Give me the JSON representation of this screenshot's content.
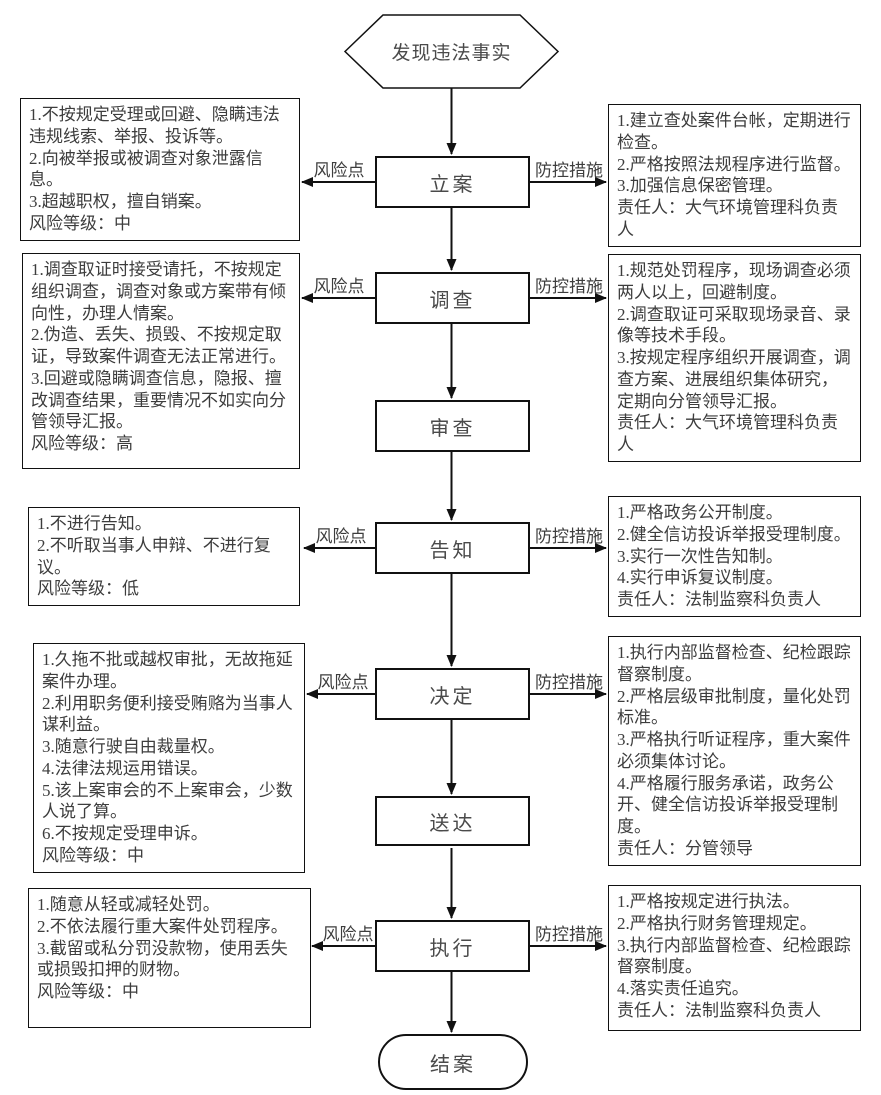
{
  "colors": {
    "line": "#111111",
    "border": "#111111",
    "text": "#3d3d3d",
    "background": "#ffffff"
  },
  "start_node": {
    "label": "发现违法事实"
  },
  "end_node": {
    "label": "结案"
  },
  "edge_labels": {
    "risk": "风险点",
    "control": "防控措施"
  },
  "nodes": [
    "立案",
    "调查",
    "审查",
    "告知",
    "决定",
    "送达",
    "执行"
  ],
  "risk_boxes": [
    {
      "items": [
        "1.不按规定受理或回避、隐瞒违法违规线索、举报、投诉等。",
        "2.向被举报或被调查对象泄露信息。",
        "3.超越职权，擅自销案。"
      ],
      "level": "风险等级：中"
    },
    {
      "items": [
        "1.调查取证时接受请托，不按规定组织调查，调查对象或方案带有倾向性，办理人情案。",
        "2.伪造、丢失、损毁、不按规定取证，导致案件调查无法正常进行。",
        "3.回避或隐瞒调查信息，隐报、擅改调查结果，重要情况不如实向分管领导汇报。"
      ],
      "level": "风险等级：高"
    },
    {
      "items": [
        "1.不进行告知。",
        "2.不听取当事人申辩、不进行复议。"
      ],
      "level": "风险等级：低"
    },
    {
      "items": [
        "1.久拖不批或越权审批，无故拖延案件办理。",
        "2.利用职务便利接受贿赂为当事人谋利益。",
        "3.随意行驶自由裁量权。",
        "4.法律法规运用错误。",
        "5.该上案审会的不上案审会，少数人说了算。",
        "6.不按规定受理申诉。"
      ],
      "level": "风险等级：中"
    },
    {
      "items": [
        "1.随意从轻或减轻处罚。",
        "2.不依法履行重大案件处罚程序。",
        "3.截留或私分罚没款物，使用丢失或损毁扣押的财物。"
      ],
      "level": "风险等级：中"
    }
  ],
  "control_boxes": [
    {
      "items": [
        "1.建立查处案件台帐，定期进行检查。",
        "2.严格按照法规程序进行监督。",
        "3.加强信息保密管理。"
      ],
      "responsible": "责任人：大气环境管理科负责人"
    },
    {
      "items": [
        "1.规范处罚程序，现场调查必须两人以上，回避制度。",
        "2.调查取证可采取现场录音、录像等技术手段。",
        "3.按规定程序组织开展调查，调查方案、进展组织集体研究，定期向分管领导汇报。"
      ],
      "responsible": "责任人：大气环境管理科负责人"
    },
    {
      "items": [
        "1.严格政务公开制度。",
        "2.健全信访投诉举报受理制度。",
        "3.实行一次性告知制。",
        "4.实行申诉复议制度。"
      ],
      "responsible": "责任人：法制监察科负责人"
    },
    {
      "items": [
        "1.执行内部监督检查、纪检跟踪督察制度。",
        "2.严格层级审批制度，量化处罚标准。",
        "3.严格执行听证程序，重大案件必须集体讨论。",
        "4.严格履行服务承诺，政务公开、健全信访投诉举报受理制度。"
      ],
      "responsible": "责任人：分管领导"
    },
    {
      "items": [
        "1.严格按规定进行执法。",
        "2.严格执行财务管理规定。",
        "3.执行内部监督检查、纪检跟踪督察制度。",
        "4.落实责任追究。"
      ],
      "responsible": "责任人：法制监察科负责人"
    }
  ]
}
